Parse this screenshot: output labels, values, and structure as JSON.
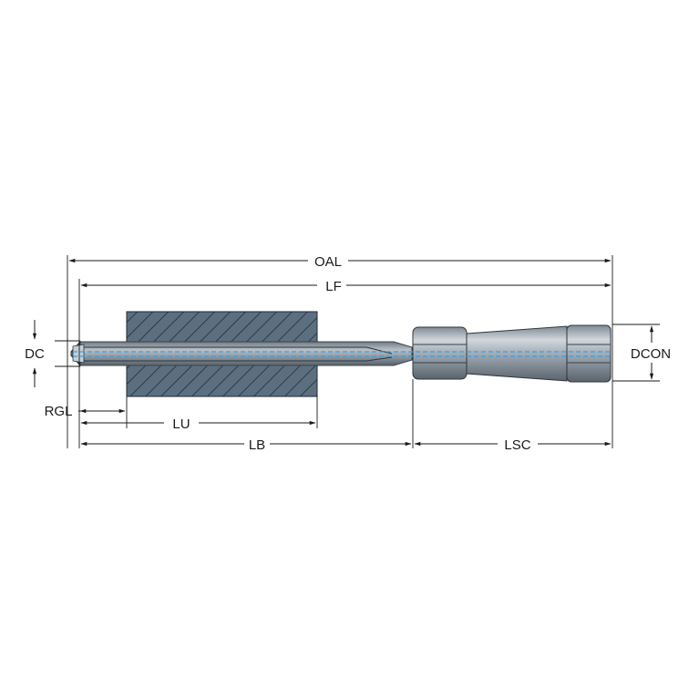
{
  "labels": {
    "oal": "OAL",
    "lf": "LF",
    "dc": "DC",
    "dcon": "DCON",
    "rgl": "RGL",
    "lu": "LU",
    "lb": "LB",
    "lsc": "LSC"
  },
  "colors": {
    "workpiece": "#5c6f80",
    "hatch": "#2c3a46",
    "tool": "#9ea7b0",
    "tool_dark": "#5e6770",
    "coolant": "#3aa0e0",
    "line": "#1a1a1a"
  }
}
